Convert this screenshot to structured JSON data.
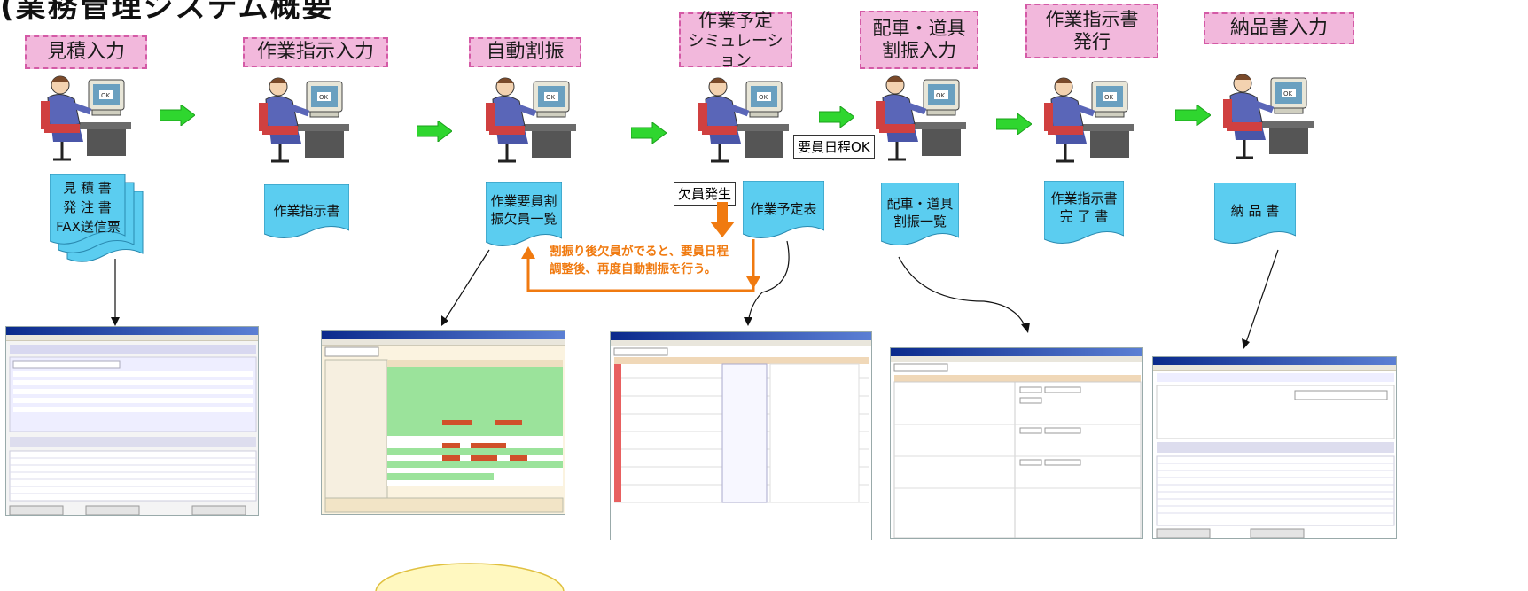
{
  "page_title_fragment": "(業務管理システム概要",
  "stages": [
    {
      "id": "estimate",
      "label": "見積入力"
    },
    {
      "id": "work-order-entry",
      "label": "作業指示入力"
    },
    {
      "id": "auto-assign",
      "label": "自動割振"
    },
    {
      "id": "simulation",
      "label_l1": "作業予定",
      "label_l2": "シミュレーション"
    },
    {
      "id": "vehicle-tool",
      "label_l1": "配車・道具",
      "label_l2": "割振入力"
    },
    {
      "id": "work-order-issue",
      "label_l1": "作業指示書",
      "label_l2": "発行"
    },
    {
      "id": "delivery",
      "label": "納品書入力"
    }
  ],
  "documents": {
    "estimate_l1": "見 積 書",
    "estimate_l2": "発 注 書",
    "estimate_l3": "FAX送信票",
    "work_order": "作業指示書",
    "staff_assign_l1": "作業要員割",
    "staff_assign_l2": "振欠員一覧",
    "schedule": "作業予定表",
    "vehicle_l1": "配車・道具",
    "vehicle_l2": "割振一覧",
    "complete_l1": "作業指示書",
    "complete_l2": "完 了 書",
    "delivery": "納 品 書"
  },
  "callouts": {
    "staff_ok": "要員日程OK",
    "vacancy": "欠員発生"
  },
  "note": {
    "line1": "割振り後欠員がでると、要員日程",
    "line2": "調整後、再度自動割振を行う。"
  },
  "colors": {
    "stage_fill": "#f2b8dc",
    "stage_border": "#d45aa6",
    "document_fill": "#5bcdf0",
    "arrow_green": "#2fd62f",
    "loop_orange": "#f07a10"
  }
}
